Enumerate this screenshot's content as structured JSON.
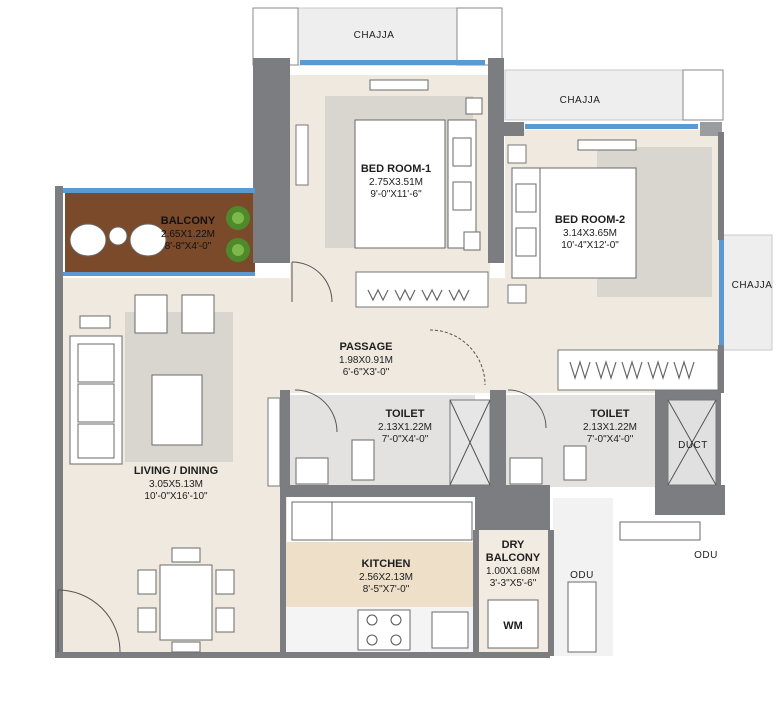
{
  "rooms": {
    "bedroom1": {
      "name": "BED ROOM-1",
      "metric": "2.75X3.51M",
      "imperial": "9'-0\"X11'-6\""
    },
    "bedroom2": {
      "name": "BED ROOM-2",
      "metric": "3.14X3.65M",
      "imperial": "10'-4\"X12'-0\""
    },
    "balcony": {
      "name": "BALCONY",
      "metric": "2.65X1.22M",
      "imperial": "8'-8\"X4'-0\""
    },
    "passage": {
      "name": "PASSAGE",
      "metric": "1.98X0.91M",
      "imperial": "6'-6\"X3'-0\""
    },
    "toilet1": {
      "name": "TOILET",
      "metric": "2.13X1.22M",
      "imperial": "7'-0\"X4'-0\""
    },
    "toilet2": {
      "name": "TOILET",
      "metric": "2.13X1.22M",
      "imperial": "7'-0\"X4'-0\""
    },
    "living": {
      "name": "LIVING / DINING",
      "metric": "3.05X5.13M",
      "imperial": "10'-0\"X16'-10\""
    },
    "kitchen": {
      "name": "KITCHEN",
      "metric": "2.56X2.13M",
      "imperial": "8'-5\"X7'-0\""
    },
    "dry_balcony": {
      "name_line1": "DRY",
      "name_line2": "BALCONY",
      "metric": "1.00X1.68M",
      "imperial": "3'-3\"X5'-6\""
    }
  },
  "annotations": {
    "chajja_top": "CHAJJA",
    "chajja_mid": "CHAJJA",
    "chajja_right": "CHAJJA",
    "duct": "DUCT",
    "odu_right": "ODU",
    "odu_bottom": "ODU",
    "wm": "WM"
  },
  "colors": {
    "wall": "#7b7d80",
    "floor": "#efe9e0",
    "glass": "#5b9ad1",
    "wood": "#7a4a2a",
    "plant": "#4f8a2a"
  }
}
